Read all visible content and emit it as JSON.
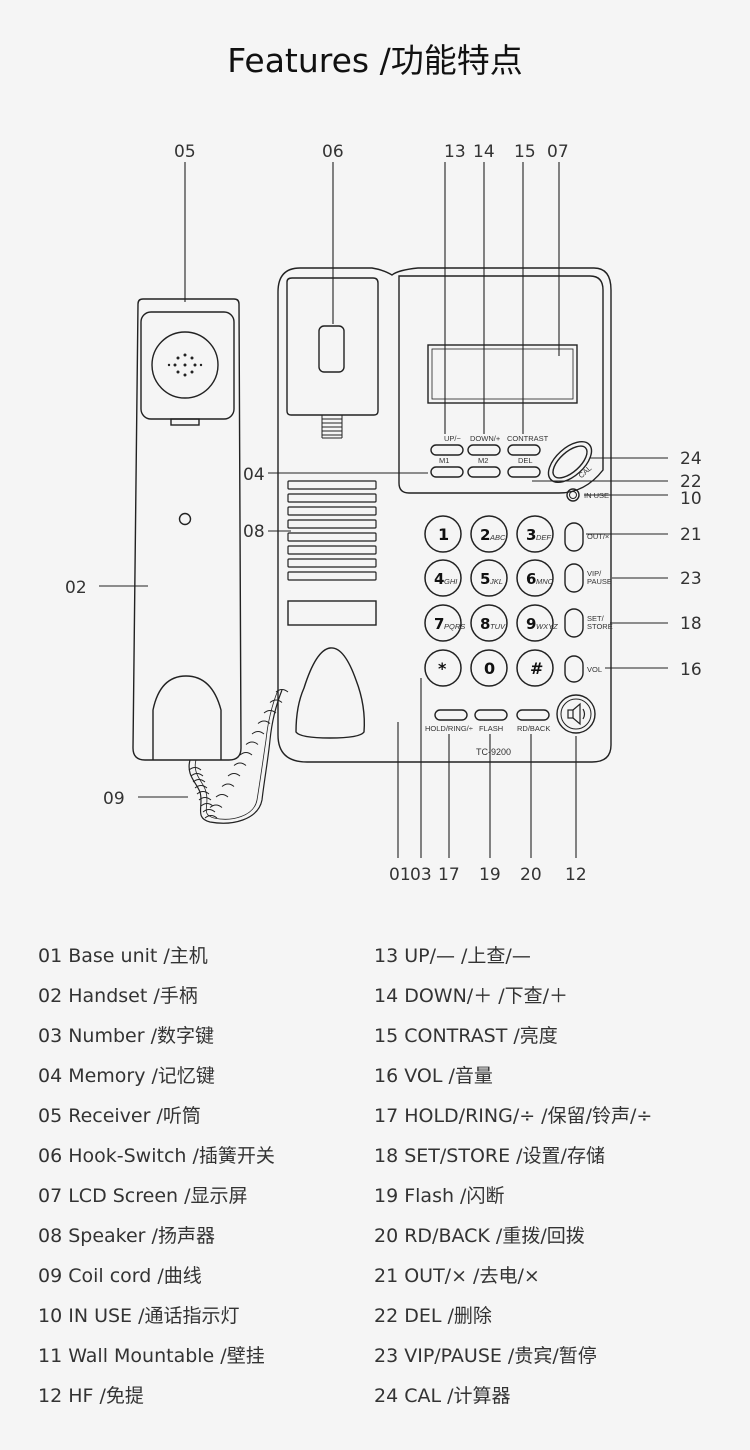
{
  "title": "Features /功能特点",
  "callouts": {
    "c01": "01",
    "c02": "02",
    "c03": "03",
    "c04": "04",
    "c05": "05",
    "c06": "06",
    "c07": "07",
    "c08": "08",
    "c09": "09",
    "c10": "10",
    "c12": "12",
    "c13": "13",
    "c14": "14",
    "c15": "15",
    "c16": "16",
    "c17": "17",
    "c18": "18",
    "c19": "19",
    "c20": "20",
    "c21": "21",
    "c22": "22",
    "c23": "23",
    "c24": "24"
  },
  "phone": {
    "model": "TC-9200",
    "btn_up": "UP/−",
    "btn_down": "DOWN/+",
    "btn_contrast": "CONTRAST",
    "btn_m1": "M1",
    "btn_m2": "M2",
    "btn_del": "DEL",
    "btn_cal": "CAL",
    "in_use": "IN USE",
    "btn_out": "OUT/×",
    "btn_vip_1": "VIP/",
    "btn_vip_2": "PAUSE",
    "btn_set_1": "SET/",
    "btn_set_2": "STORE",
    "btn_vol": "VOL",
    "btn_hold": "HOLD/RING/÷",
    "btn_flash": "FLASH",
    "btn_rd": "RD/BACK",
    "keys": [
      {
        "main": "1",
        "sub": ""
      },
      {
        "main": "2",
        "sub": "ABC"
      },
      {
        "main": "3",
        "sub": "DEF"
      },
      {
        "main": "4",
        "sub": "GHI"
      },
      {
        "main": "5",
        "sub": "JKL"
      },
      {
        "main": "6",
        "sub": "MNO"
      },
      {
        "main": "7",
        "sub": "PQRS"
      },
      {
        "main": "8",
        "sub": "TUV"
      },
      {
        "main": "9",
        "sub": "WXYZ"
      },
      {
        "main": "*",
        "sub": ""
      },
      {
        "main": "0",
        "sub": ""
      },
      {
        "main": "#",
        "sub": ""
      }
    ]
  },
  "features_left": [
    "01 Base unit /主机",
    "02 Handset /手柄",
    "03 Number /数字键",
    "04 Memory /记忆键",
    "05 Receiver /听筒",
    "06 Hook-Switch /插簧开关",
    "07 LCD Screen /显示屏",
    "08 Speaker /扬声器",
    "09 Coil cord /曲线",
    "10 IN USE /通话指示灯",
    "11 Wall Mountable /壁挂",
    "12 HF /免提"
  ],
  "features_right": [
    "13 UP/— /上查/—",
    "14 DOWN/＋ /下查/＋",
    "15 CONTRAST /亮度",
    "16 VOL /音量",
    "17 HOLD/RING/÷ /保留/铃声/÷",
    "18 SET/STORE /设置/存储",
    "19 Flash /闪断",
    "20 RD/BACK /重拨/回拨",
    "21 OUT/× /去电/×",
    "22 DEL /删除",
    "23 VIP/PAUSE /贵宾/暂停",
    "24 CAL /计算器"
  ]
}
